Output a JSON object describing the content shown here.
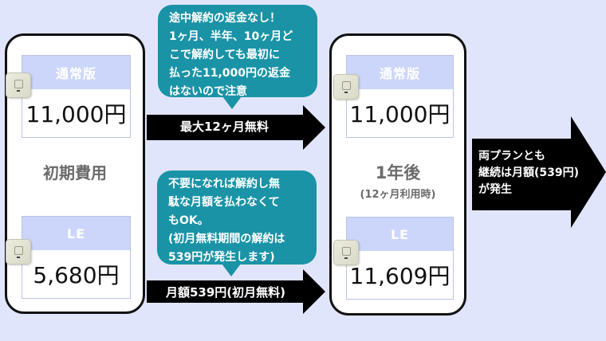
{
  "colors": {
    "background": "#e1e5fc",
    "card_border": "#111111",
    "plan_header": "#ccd6fb",
    "bubble": "#1a93a6",
    "arrow": "#000000",
    "label_gray": "#6b6b6b"
  },
  "initial_card": {
    "label": "初期費用",
    "plans": [
      {
        "name": "通常版",
        "price": "11,000円",
        "icon": "router-device-icon"
      },
      {
        "name": "LE",
        "price": "5,680円",
        "icon": "router-device-icon"
      }
    ]
  },
  "after_card": {
    "label": "1年後",
    "sublabel": "(12ヶ月利用時)",
    "plans": [
      {
        "name": "通常版",
        "price": "11,000円",
        "icon": "router-device-icon"
      },
      {
        "name": "LE",
        "price": "11,609円",
        "icon": "router-device-icon"
      }
    ]
  },
  "bubbles": {
    "top": "途中解約の返金なし！\n1ヶ月、半年、10ヶ月ど\nこで解約しても最初に\n払った11,000円の返金\nはないので注意",
    "bottom": "不要になれば解約し無\n駄な月額を払わなくて\nもOK。\n(初月無料期間の解約は\n539円が発生します)"
  },
  "arrows": {
    "top": "最大12ヶ月無料",
    "bottom": "月額539円(初月無料)",
    "final": "両プランとも\n継続は月額(539円)\nが発生"
  }
}
